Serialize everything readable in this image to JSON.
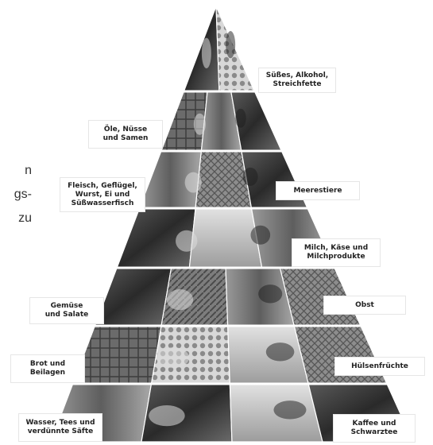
{
  "side_text": [
    "n",
    "gs-",
    "",
    "zu"
  ],
  "tiers": [
    {
      "id": "sweets",
      "labels": [
        {
          "side": "right",
          "lines": [
            "Süßes, Alkohol,",
            "Streichfette"
          ]
        }
      ]
    },
    {
      "id": "oils",
      "labels": [
        {
          "side": "left",
          "lines": [
            "Öle, Nüsse",
            "und Samen"
          ]
        }
      ]
    },
    {
      "id": "meat-fish",
      "labels": [
        {
          "side": "left",
          "lines": [
            "Fleisch, Geflügel,",
            "Wurst, Ei und",
            "Süßwasserfisch"
          ]
        },
        {
          "side": "right",
          "lines": [
            "Meerestiere"
          ]
        }
      ]
    },
    {
      "id": "dairy",
      "labels": [
        {
          "side": "right",
          "lines": [
            "Milch, Käse und",
            "Milchprodukte"
          ]
        }
      ]
    },
    {
      "id": "veg-fruit",
      "labels": [
        {
          "side": "left",
          "lines": [
            "Gemüse",
            "und Salate"
          ]
        },
        {
          "side": "right",
          "lines": [
            "Obst"
          ]
        }
      ]
    },
    {
      "id": "grains-legumes",
      "labels": [
        {
          "side": "left",
          "lines": [
            "Brot und",
            "Beilagen"
          ]
        },
        {
          "side": "right",
          "lines": [
            "Hülsenfrüchte"
          ]
        }
      ]
    },
    {
      "id": "drinks",
      "labels": [
        {
          "side": "left",
          "lines": [
            "Wasser, Tees und",
            "verdünnte Säfte"
          ]
        },
        {
          "side": "right",
          "lines": [
            "Kaffee und",
            "Schwarztee"
          ]
        }
      ]
    }
  ],
  "colors": {
    "background": "#ffffff",
    "photo_dark": "#2b2b2b",
    "photo_mid": "#7a7a7a",
    "photo_light": "#c9c9c9"
  }
}
